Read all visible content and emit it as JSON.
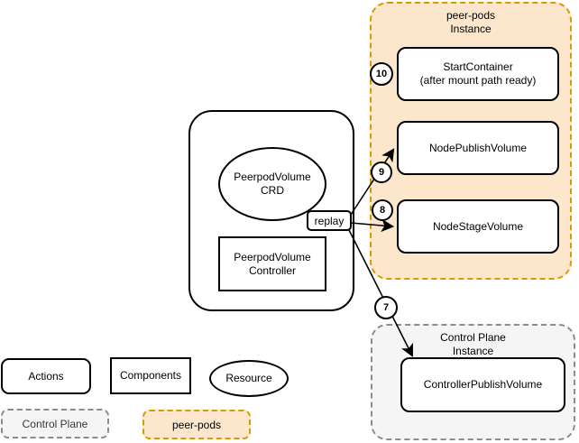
{
  "colors": {
    "peer-pods-fill": "#FCE6CC",
    "peer-pods-stroke": "#D79B00",
    "control-plane-fill": "#F5F5F5",
    "control-plane-stroke": "#8C8C8C",
    "node-fill": "#FFFFFF",
    "node-stroke": "#000000"
  },
  "peer_pods": {
    "title_line1": "peer-pods",
    "title_line2": "Instance",
    "start_container_line1": "StartContainer",
    "start_container_line2": "(after mount path ready)",
    "node_publish_volume": "NodePublishVolume",
    "node_stage_volume": "NodeStageVolume",
    "badge_start_container": "10",
    "badge_node_publish": "9",
    "badge_node_stage": "8"
  },
  "control_plane": {
    "title_line1": "Control Plane",
    "title_line2": "Instance",
    "controller_publish_volume": "ControllerPublishVolume",
    "badge_controller_publish": "7"
  },
  "controller_component": {
    "crd_line1": "PeerpodVolume",
    "crd_line2": "CRD",
    "controller_line1": "PeerpodVolume",
    "controller_line2": "Controller",
    "replay_label": "replay"
  },
  "legend": {
    "actions": "Actions",
    "components": "Components",
    "resource": "Resource",
    "control_plane": "Control Plane",
    "peer_pods": "peer-pods"
  }
}
